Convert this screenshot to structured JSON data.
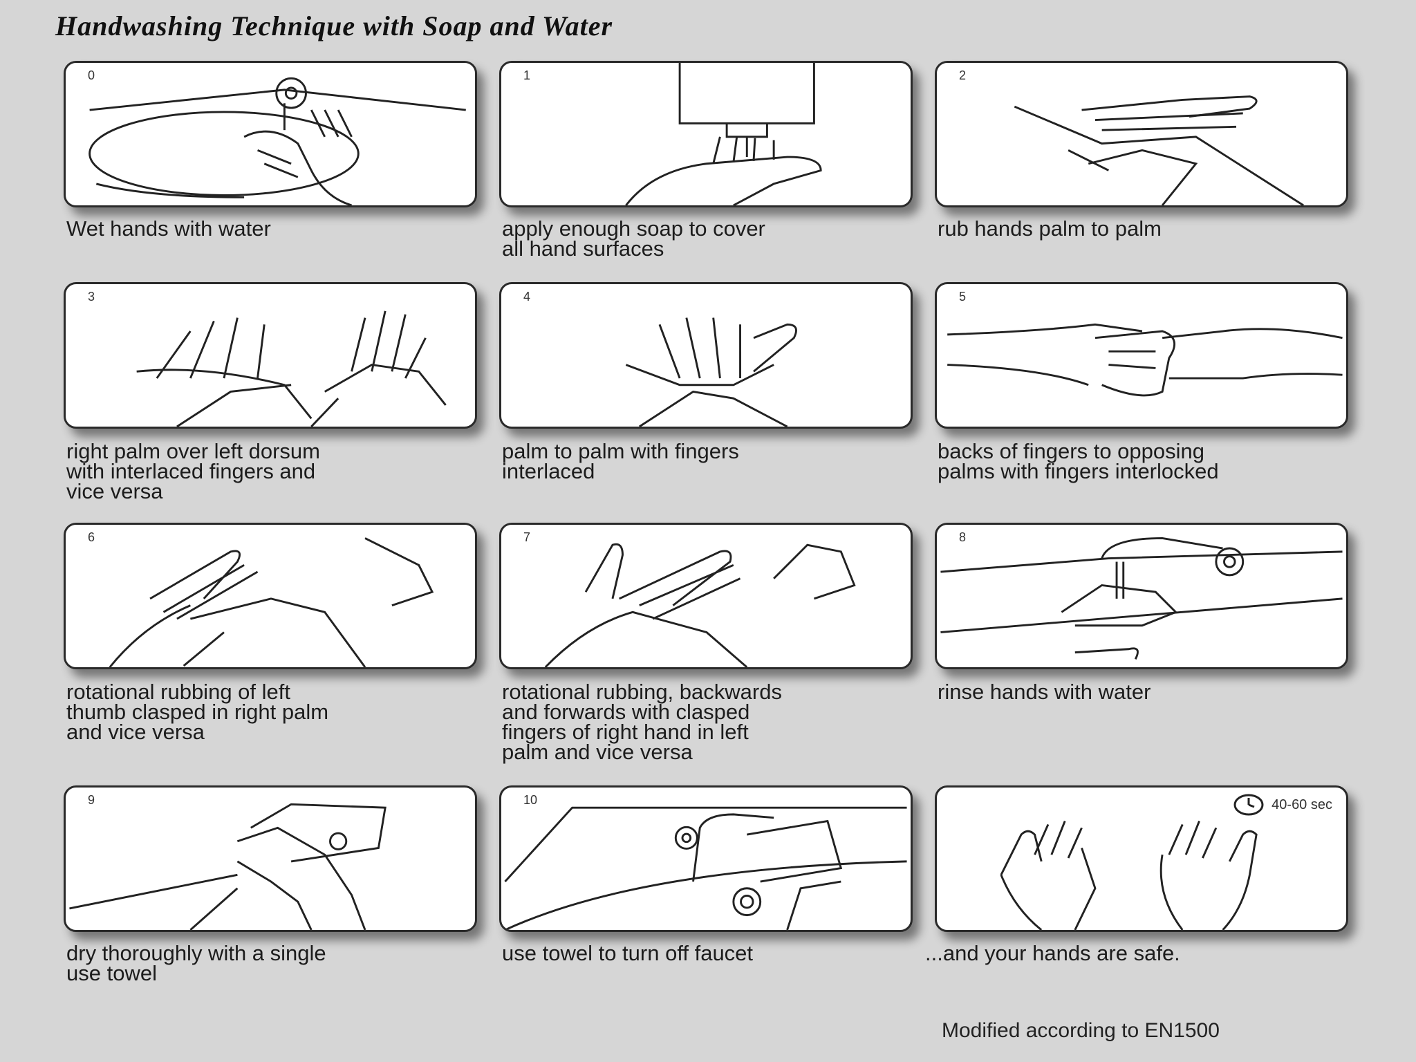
{
  "title": "Handwashing Technique with Soap and Water",
  "steps": [
    {
      "number": "0",
      "caption": "Wet hands with water"
    },
    {
      "number": "1",
      "caption": "apply enough soap to cover\nall hand surfaces"
    },
    {
      "number": "2",
      "caption": "rub hands palm to palm"
    },
    {
      "number": "3",
      "caption": "right palm over left dorsum\nwith interlaced fingers and\nvice versa"
    },
    {
      "number": "4",
      "caption": "palm to palm with fingers\ninterlaced"
    },
    {
      "number": "5",
      "caption": "backs of fingers to opposing\npalms with fingers interlocked"
    },
    {
      "number": "6",
      "caption": "rotational rubbing of left\nthumb clasped in right palm\nand vice versa"
    },
    {
      "number": "7",
      "caption": "rotational rubbing, backwards\nand forwards with clasped\nfingers of right hand in left\npalm and vice versa"
    },
    {
      "number": "8",
      "caption": "rinse hands with water"
    },
    {
      "number": "9",
      "caption": "dry thoroughly with a single\nuse towel"
    },
    {
      "number": "10",
      "caption": "use towel to turn off faucet"
    },
    {
      "number": "",
      "caption": "...and your hands are safe."
    }
  ],
  "timer": {
    "label": "40-60 sec",
    "icon": "stopwatch-icon"
  },
  "footer": "Modified according to EN1500"
}
